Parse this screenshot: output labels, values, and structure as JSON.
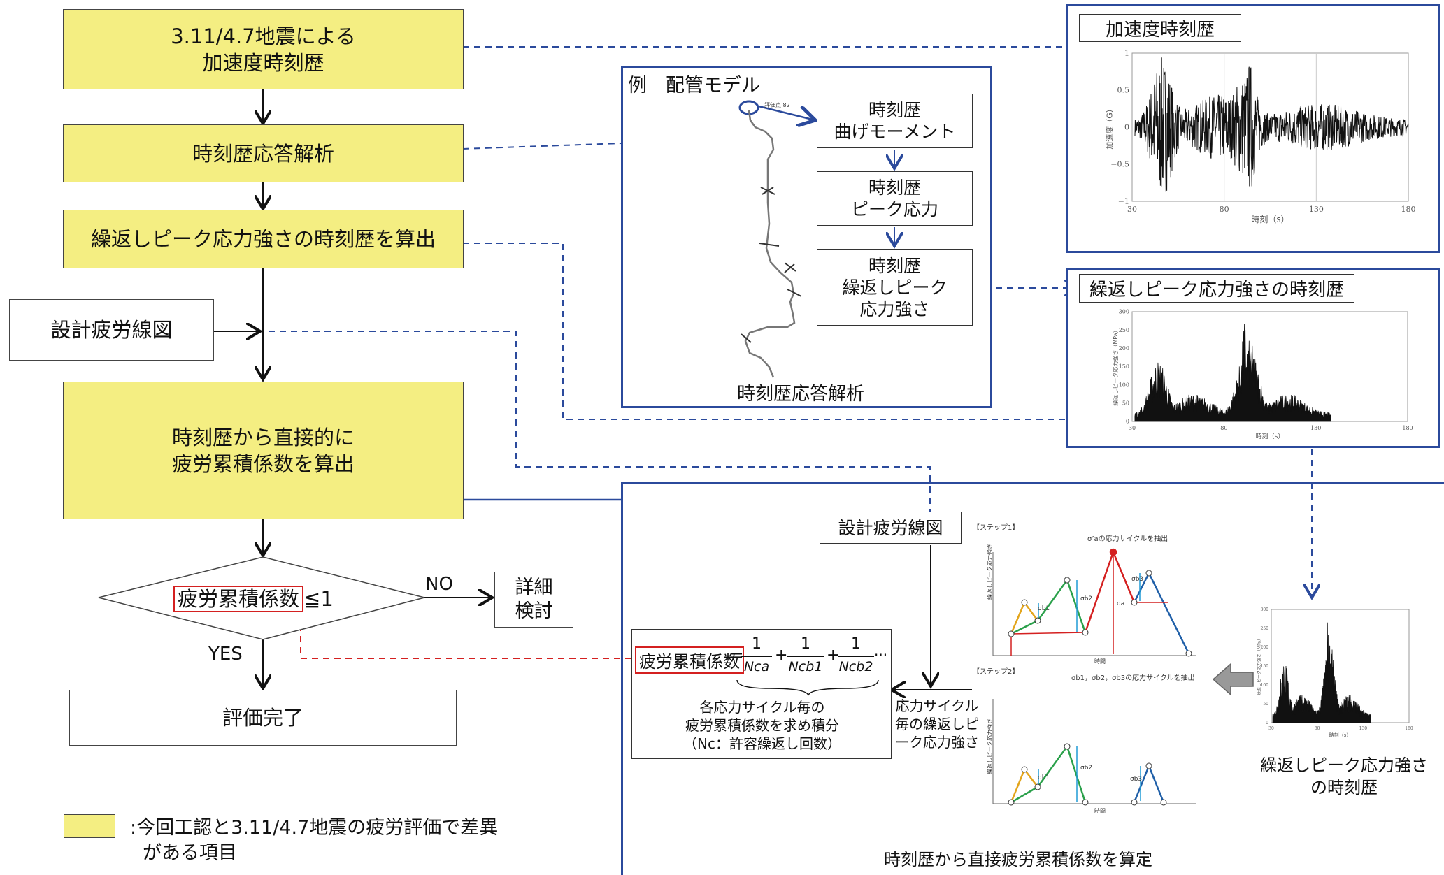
{
  "flow": {
    "step1_line1": "3.11/4.7地震による",
    "step1_line2": "加速度時刻歴",
    "step2": "時刻歴応答解析",
    "step3": "繰返しピーク応力強さの時刻歴を算出",
    "side_input": "設計疲労線図",
    "step4_line1": "時刻歴から直接的に",
    "step4_line2": "疲労累積係数を算出",
    "decision_term": "疲労累積係数",
    "decision_rest": "≦1",
    "no_label": "NO",
    "yes_label": "YES",
    "detail_line1": "詳細",
    "detail_line2": "検討",
    "done": "評価完了"
  },
  "legend": {
    "text_line1": ":今回工認と3.11/4.7地震の疲労評価で差異",
    "text_line2": "がある項目",
    "color": "#f4ee82"
  },
  "piping_panel": {
    "title": "例　配管モデル",
    "eval_point": "評価点 82",
    "box1_line1": "時刻歴",
    "box1_line2": "曲げモーメント",
    "box2_line1": "時刻歴",
    "box2_line2": "ピーク応力",
    "box3_line1": "時刻歴",
    "box3_line2": "繰返しピーク",
    "box3_line3": "応力強さ",
    "caption": "時刻歴応答解析"
  },
  "accel_chart": {
    "title": "加速度時刻歴",
    "ylabel": "加速度（G）",
    "xlabel": "時刻（s）",
    "yticks": [
      "1",
      "0.5",
      "0",
      "−0.5",
      "−1"
    ],
    "xticks": [
      "30",
      "80",
      "130",
      "180"
    ]
  },
  "stress_chart": {
    "title": "繰返しピーク応力強さの時刻歴",
    "ylabel": "繰返しピーク応力強さ（MPa）",
    "xlabel": "時刻（s）",
    "yticks": [
      "300",
      "250",
      "200",
      "150",
      "100",
      "50",
      "0"
    ],
    "xticks": [
      "30",
      "80",
      "130",
      "180"
    ]
  },
  "cum_panel": {
    "fatigue_box": "設計疲労線図",
    "step1_tag": "【ステップ1】",
    "step1_title": "σ’aの応力サイクルを抽出",
    "step2_tag": "【ステップ2】",
    "step2_title": "σb1，σb2，σb3の応力サイクルを抽出",
    "axis_y": "繰返しピーク応力強さ",
    "axis_x": "時間",
    "sig_b1": "σb1",
    "sig_b2": "σb2",
    "sig_b3": "σb3",
    "sig_a1": "σ’a",
    "sig_a2": "σa",
    "formula_term": "疲労累積係数",
    "formula_eq": "=",
    "n1": "1",
    "d1": "Nca",
    "n2": "1",
    "d2": "Ncb1",
    "n3": "1",
    "d3": "Ncb2",
    "plus": "+",
    "ellipsis": "···",
    "formula_line1": "各応力サイクル毎の",
    "formula_line2": "疲労累積係数を求め積分",
    "formula_line3": "（Nc：許容繰返し回数）",
    "cycle_line1": "応力サイクル",
    "cycle_line2": "毎の繰返しピ",
    "cycle_line3": "ーク応力強さ",
    "right_caption_line1": "繰返しピーク応力強さ",
    "right_caption_line2": "の時刻歴",
    "bottom_caption": "時刻歴から直接疲労累積係数を算定",
    "mini_yticks": [
      "300",
      "250",
      "200",
      "150",
      "100",
      "50",
      "0"
    ],
    "mini_xticks": [
      "30",
      "80",
      "130",
      "180"
    ],
    "mini_ylabel": "繰返しピーク応力強さ（MPa）",
    "mini_xlabel": "時刻（s）"
  },
  "colors": {
    "flow_fill": "#f4ee82",
    "panel_border": "#2b4a9c",
    "highlight": "#d42020",
    "green": "#2aa04a",
    "blue": "#1f5fa8",
    "orange": "#e3a51c"
  }
}
